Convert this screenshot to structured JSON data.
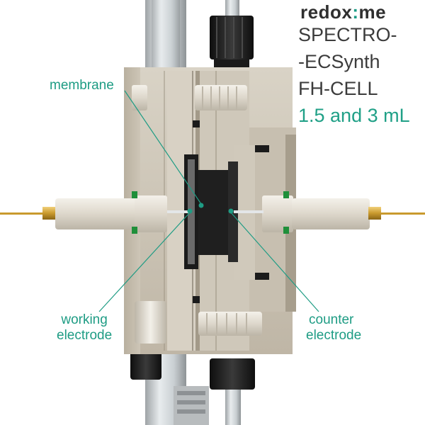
{
  "brand": {
    "name_part1": "redox",
    "name_dot": ":",
    "name_part2": "me"
  },
  "product": {
    "line1": "SPECTRO-",
    "line2": "-ECSynth",
    "line3": "FH-CELL",
    "volumes": "1.5 and 3 mL"
  },
  "callouts": {
    "membrane": "membrane",
    "working_line1": "working",
    "working_line2": "electrode",
    "counter_line1": "counter",
    "counter_line2": "electrode"
  },
  "colors": {
    "accent": "#1e9c84",
    "body": "#c9c1b2",
    "fitting_black": "#1c1c1c",
    "seal_green": "#1f8f3a",
    "pin_gold": "#d6a83a"
  }
}
